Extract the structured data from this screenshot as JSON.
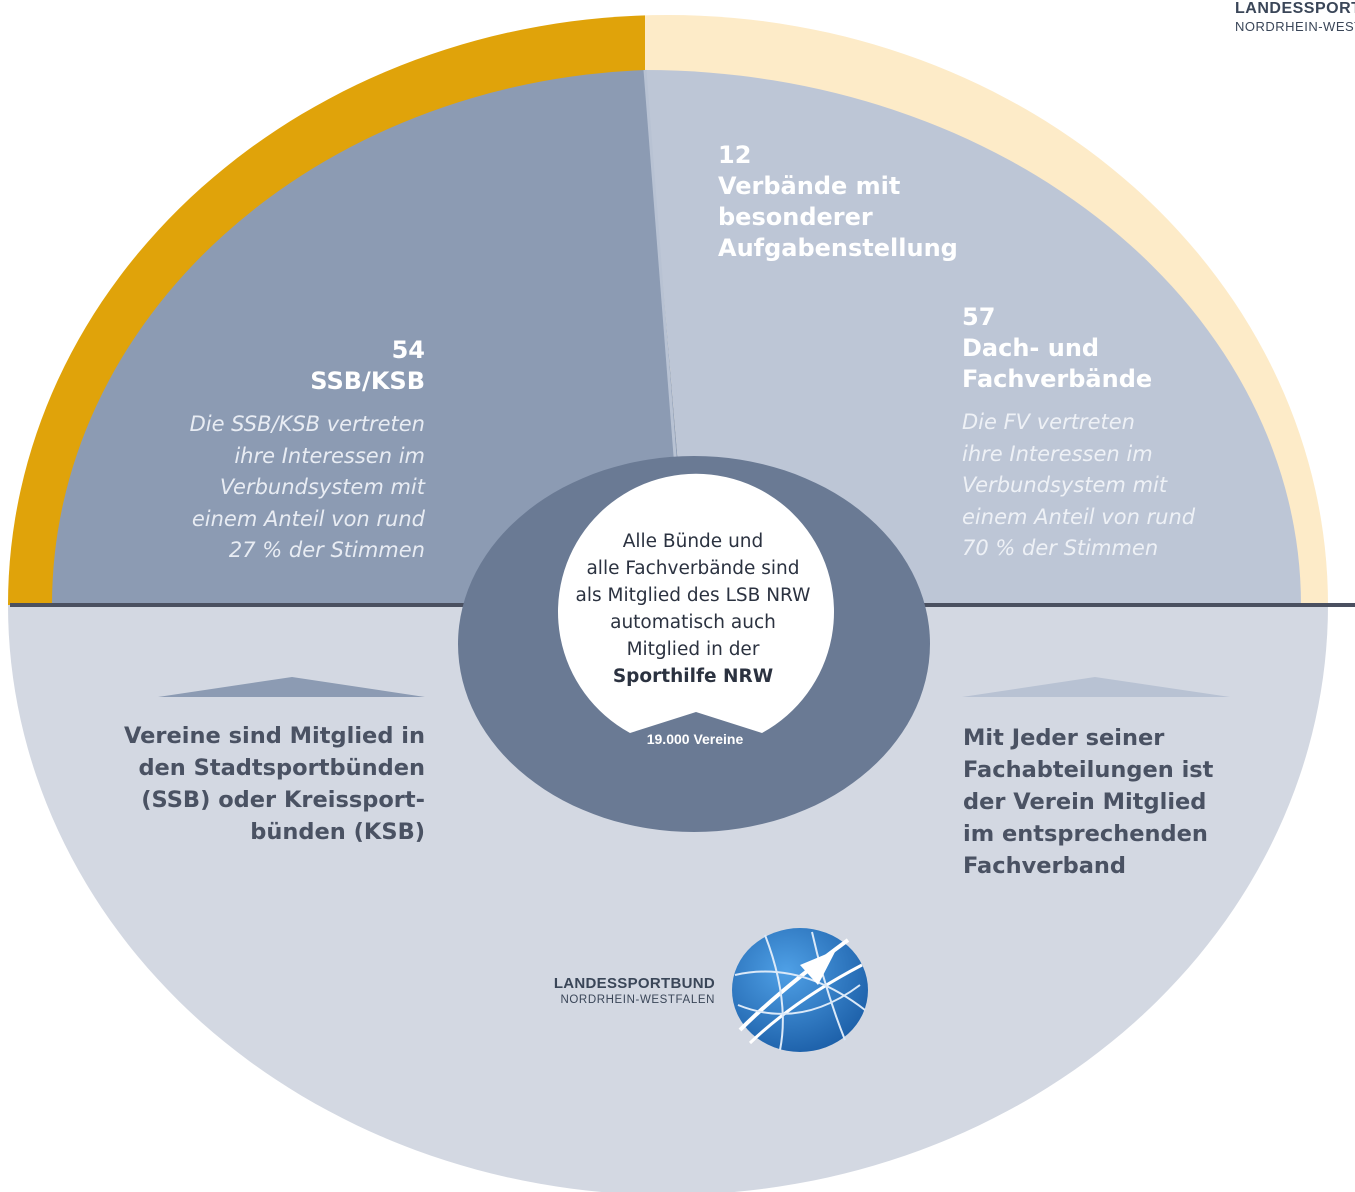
{
  "corner_brand": {
    "line1": "LANDESSPORTBUND",
    "line2": "NORDRHEIN-WESTFALEN"
  },
  "ssb": {
    "count": "54",
    "name": "SSB/KSB",
    "desc_lines": [
      "Die SSB/KSB vertreten",
      "ihre Interessen im",
      "Verbundsystem mit",
      "einem Anteil von rund",
      "27 % der Stimmen"
    ]
  },
  "special": {
    "count": "12",
    "name_lines": [
      "Verbände mit",
      "besonderer",
      "Aufgabenstellung"
    ]
  },
  "fv": {
    "count": "57",
    "name_lines": [
      "Dach- und",
      "Fachverbände"
    ],
    "desc_lines": [
      "Die FV vertreten",
      "ihre Interessen im",
      "Verbundsystem mit",
      "einem Anteil von rund",
      "70 % der Stimmen"
    ]
  },
  "center": {
    "lines": [
      "Alle Bünde und",
      "alle Fachverbände sind",
      "als Mitglied des LSB NRW",
      "automatisch auch",
      "Mitglied in der"
    ],
    "strong": "Sporthilfe NRW",
    "vereine": "19.000 Vereine"
  },
  "left_bottom": [
    "Vereine sind Mitglied in",
    "den Stadtsportbünden",
    "(SSB) oder Kreissport-",
    "bünden (KSB)"
  ],
  "right_bottom": [
    "Mit Jeder seiner",
    "Fachabteilungen ist",
    "der Verein Mitglied",
    "im entsprechenden",
    "Fachverband"
  ],
  "footer_brand": {
    "line1": "LANDESSPORTBUND",
    "line2": "NORDRHEIN-WESTFALEN"
  },
  "colors": {
    "gold": "#e0a30a",
    "cream": "#fdebc8",
    "left_quadrant": "#8c9bb3",
    "right_quadrant": "#bdc6d6",
    "lower": "#d3d8e2",
    "ring": "#6a7a94",
    "divider": "#4a5060",
    "logo_blue": "#2a76c2"
  }
}
